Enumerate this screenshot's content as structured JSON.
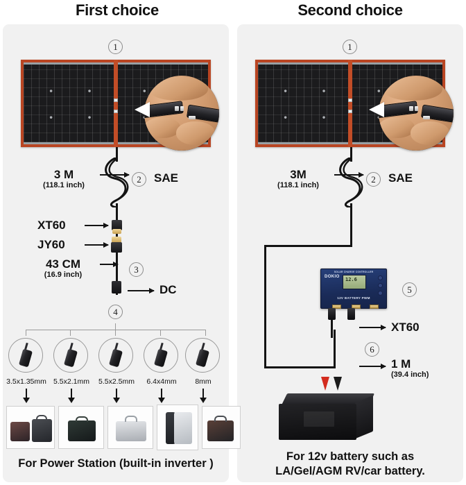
{
  "columns": {
    "left": {
      "title": "First choice",
      "steps": {
        "panel": "1",
        "cable": "2",
        "dc_cable": "3",
        "tips": "4"
      },
      "labels": {
        "sae": "SAE",
        "length_main": "3 M",
        "length_main_sub": "(118.1 inch)",
        "xt60": "XT60",
        "jy60": "JY60",
        "length_dc": "43 CM",
        "length_dc_sub": "(16.9 inch)",
        "dc": "DC"
      },
      "tips": [
        {
          "size": "3.5x1.35mm"
        },
        {
          "size": "5.5x2.1mm"
        },
        {
          "size": "5.5x2.5mm"
        },
        {
          "size": "6.4x4mm"
        },
        {
          "size": "8mm"
        }
      ],
      "caption": "For Power Station (built-in inverter )"
    },
    "right": {
      "title": "Second choice",
      "steps": {
        "panel": "1",
        "cable": "2",
        "controller": "5",
        "battery_cable": "6"
      },
      "labels": {
        "sae": "SAE",
        "length_main": "3M",
        "length_main_sub": "(118.1 inch)",
        "xt60": "XT60",
        "length_battery": "1 M",
        "length_battery_sub": "(39.4 inch)"
      },
      "controller": {
        "title": "SOLAR CHARGE CONTROLLER",
        "brand": "DOKIO",
        "lcd_value": "12.6",
        "subtitle": "12V BATTERY PWM"
      },
      "caption_line1": "For 12v battery such as",
      "caption_line2": "LA/Gel/AGM RV/car battery."
    }
  },
  "colors": {
    "panel_bg": "#f1f1f1",
    "page_bg": "#ffffff",
    "solar_frame": "#b94522",
    "wire": "#131313",
    "controller_blue": "#27407a",
    "clip_positive": "#d32b1e",
    "clip_negative": "#1a1a1a",
    "connector_gold": "#d8b263"
  }
}
